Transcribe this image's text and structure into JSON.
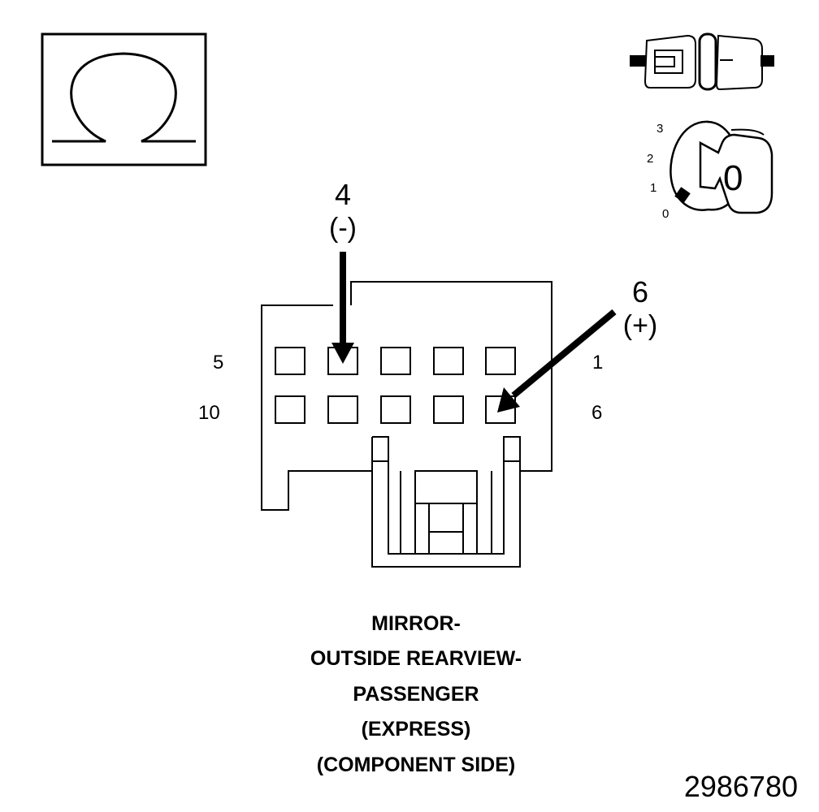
{
  "pin_labels": {
    "top_left": "5",
    "bottom_left": "10",
    "top_right": "1",
    "bottom_right": "6"
  },
  "callouts": {
    "negative": {
      "pin": "4",
      "polarity": "(-)"
    },
    "positive": {
      "pin": "6",
      "polarity": "(+)"
    }
  },
  "key_positions": [
    "3",
    "2",
    "1",
    "0"
  ],
  "key_number": "0",
  "icons": {
    "meter": "ohm-symbol-icon",
    "connector": "disconnected-connector-icon",
    "ignition": "ignition-key-off-icon"
  },
  "caption": [
    "MIRROR-",
    "OUTSIDE REARVIEW-",
    "PASSENGER",
    "(EXPRESS)",
    "(COMPONENT SIDE)"
  ],
  "figure_id": "2986780"
}
